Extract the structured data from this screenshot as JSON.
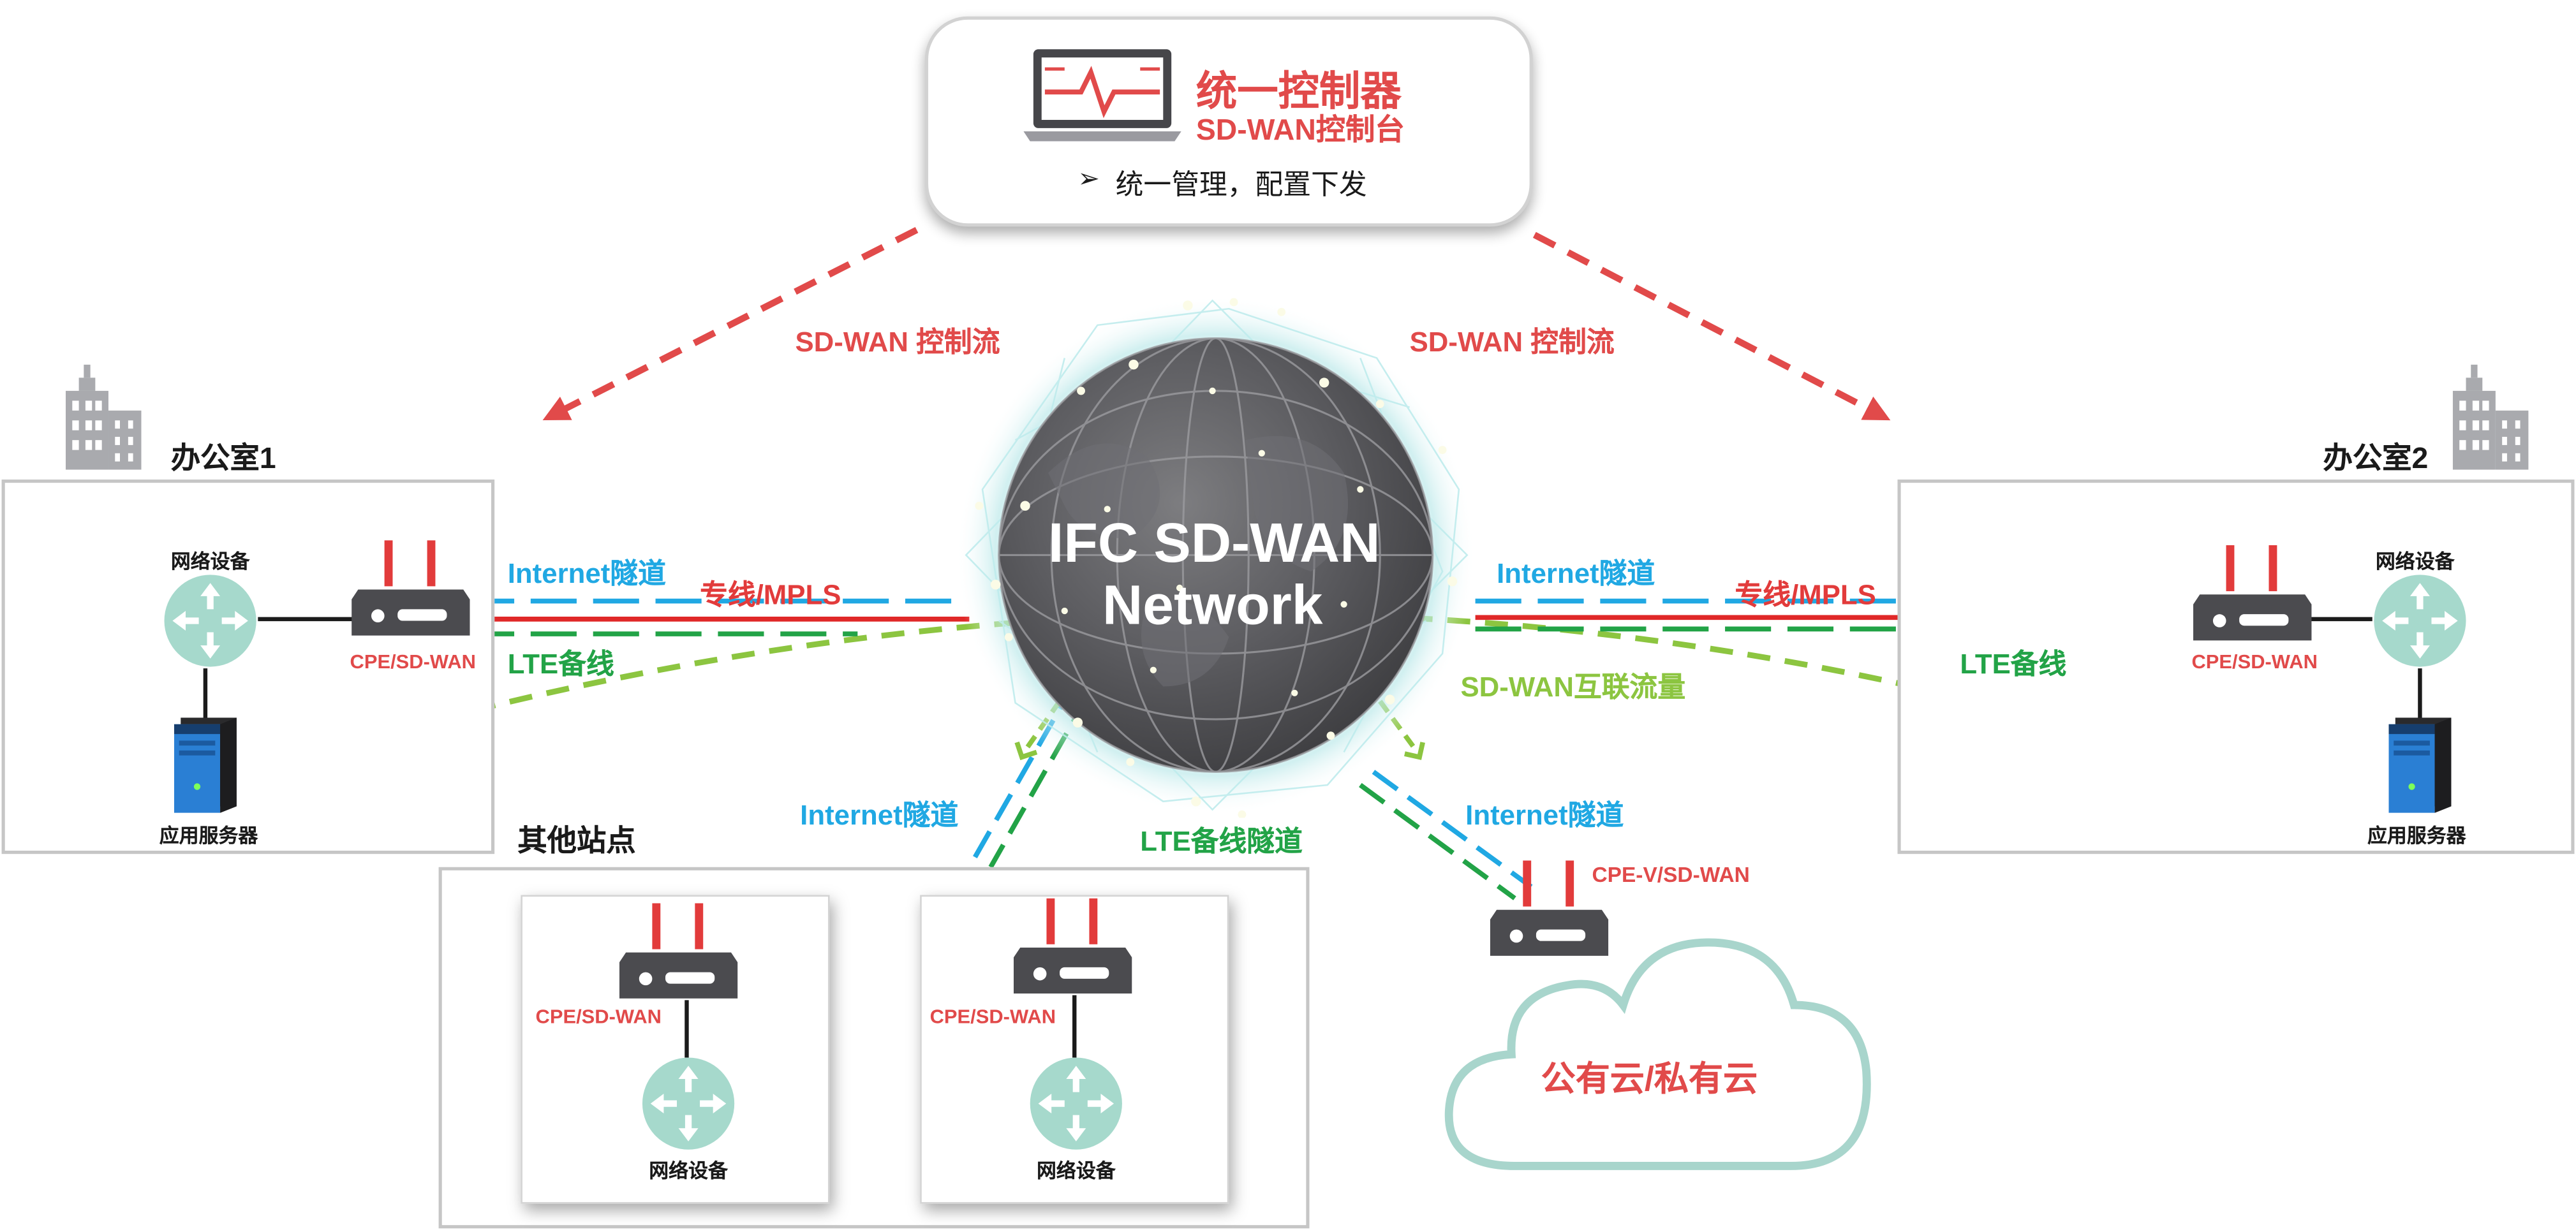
{
  "colors": {
    "accent_red": "#e14a4a",
    "tunnel_blue": "#20a8e3",
    "mpls_red": "#e02828",
    "lte_green": "#22a347",
    "interconnect_green": "#8cc540",
    "router_teal": "#a6d9cc",
    "cloud_teal": "#a8d5cc",
    "device_dark": "#4b4b4f",
    "antenna_red": "#e23b3b",
    "server_blue": "#2a7fd4"
  },
  "controller": {
    "title": "统一控制器",
    "subtitle": "SD-WAN控制台",
    "bullet": "统一管理，配置下发"
  },
  "control_flow": {
    "left": "SD-WAN 控制流",
    "right": "SD-WAN 控制流"
  },
  "network": {
    "line1": "IFC SD-WAN",
    "line2": "Network"
  },
  "office1": {
    "name": "办公室1",
    "network_device": "网络设备",
    "cpe": "CPE/SD-WAN",
    "server": "应用服务器",
    "internet": "Internet隧道",
    "mpls": "专线/MPLS",
    "lte": "LTE备线"
  },
  "office2": {
    "name": "办公室2",
    "network_device": "网络设备",
    "cpe": "CPE/SD-WAN",
    "server": "应用服务器",
    "internet": "Internet隧道",
    "mpls": "专线/MPLS",
    "lte": "LTE备线"
  },
  "interconnect": "SD-WAN互联流量",
  "other_sites": {
    "title": "其他站点",
    "internet": "Internet隧道",
    "lte": "LTE备线隧道",
    "site1": {
      "cpe": "CPE/SD-WAN",
      "device": "网络设备"
    },
    "site2": {
      "cpe": "CPE/SD-WAN",
      "device": "网络设备"
    }
  },
  "cloud": {
    "internet": "Internet隧道",
    "cpe": "CPE-V/SD-WAN",
    "label": "公有云/私有云"
  }
}
